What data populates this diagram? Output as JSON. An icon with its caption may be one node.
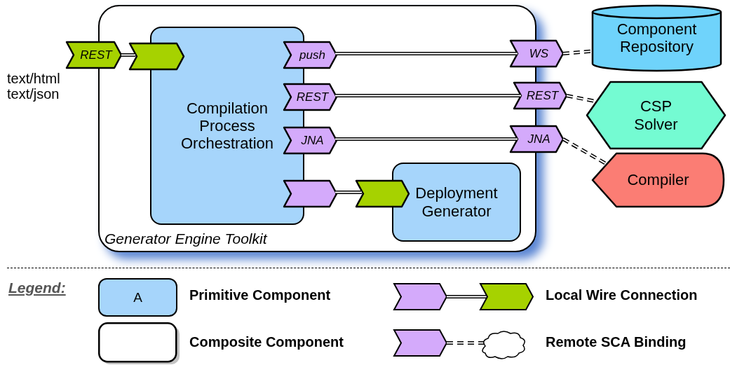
{
  "diagram": {
    "nodes": [
      {
        "text": [
          "Generator Engine Toolkit"
        ]
      },
      {
        "text": [
          "REST"
        ],
        "beside": [
          "text/html text/json"
        ]
      },
      {
        "text": [],
        "shape": "chevron",
        "in": 0
      },
      {
        "text": [
          "Compilation Process Orchestration"
        ],
        "in": 0
      },
      {
        "text": [
          "push"
        ],
        "in": 0
      },
      {
        "text": [
          "REST"
        ],
        "in": 0
      },
      {
        "text": [
          "JNA"
        ],
        "in": 0
      },
      {
        "text": [],
        "shape": "chevron",
        "in": 0
      },
      {
        "text": [
          "Deployment Generator"
        ],
        "in": 0
      },
      {
        "text": [],
        "shape": "chevron",
        "in": 0
      },
      {
        "text": [
          "WS"
        ]
      },
      {
        "text": [
          "REST"
        ]
      },
      {
        "text": [
          "JNA"
        ]
      },
      {
        "text": [
          "Component Repository"
        ]
      },
      {
        "text": [
          "CSP Solver"
        ]
      },
      {
        "text": [
          "Compiler"
        ]
      }
    ],
    "edges": [
      {
        "from": 1,
        "to": 2,
        "arrow": "none"
      },
      {
        "from": 4,
        "to": 10,
        "arrow": "none"
      },
      {
        "from": 5,
        "to": 11,
        "arrow": "none"
      },
      {
        "from": 6,
        "to": 12,
        "arrow": "none"
      },
      {
        "from": 7,
        "to": 9,
        "arrow": "none"
      },
      {
        "from": 10,
        "to": 13,
        "arrow": "none",
        "style": "dashed"
      },
      {
        "from": 11,
        "to": 14,
        "arrow": "none",
        "style": "dashed"
      },
      {
        "from": 12,
        "to": 15,
        "arrow": "none",
        "style": "dashed"
      }
    ],
    "labels": [
      "Legend:",
      "A"
    ],
    "legend": [
      {
        "text": "Primitive Component"
      },
      {
        "text": "Local Wire Connection"
      },
      {
        "text": "Composite Component"
      },
      {
        "text": "Remote SCA Binding"
      }
    ]
  }
}
